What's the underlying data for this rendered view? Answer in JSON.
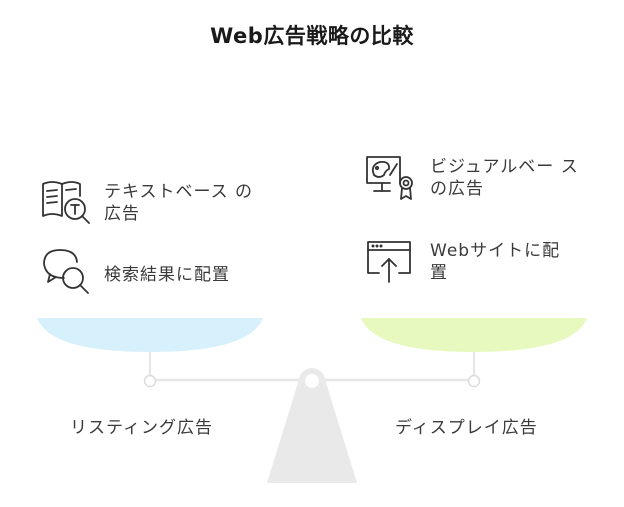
{
  "title": "Web広告戦略の比較",
  "left": {
    "name": "リスティング広告",
    "items": [
      {
        "icon": "book-text-search-icon",
        "label": "テキストベース の広告"
      },
      {
        "icon": "chat-search-icon",
        "label": "検索結果に配置"
      }
    ],
    "pan_color": "#d6f1fb"
  },
  "right": {
    "name": "ディスプレイ広告",
    "items": [
      {
        "icon": "image-certificate-icon",
        "label": "ビジュアルベー スの広告"
      },
      {
        "icon": "browser-upload-icon",
        "label": "Webサイトに配 置"
      }
    ],
    "pan_color": "#e8f9bf"
  }
}
